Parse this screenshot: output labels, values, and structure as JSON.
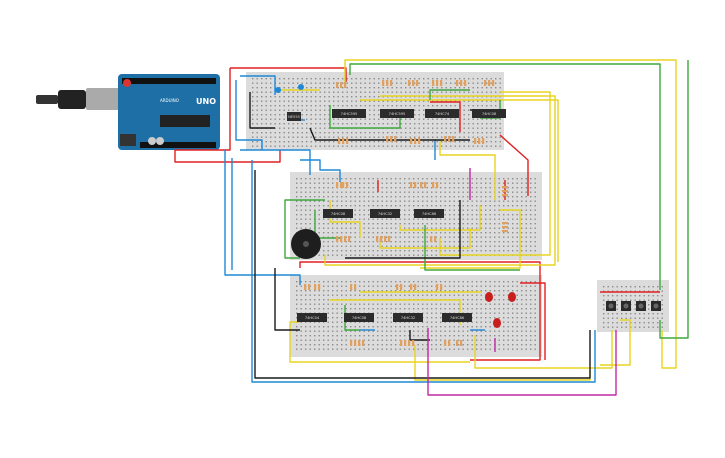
{
  "diagram": {
    "background": "#ffffff",
    "arduino": {
      "board_label": "UNO",
      "brand_label": "ARDUINO",
      "board_color": "#1f6fa7",
      "usb_cable_color": "#333333"
    },
    "breadboards": {
      "color": "#dcdcdc",
      "hole_color": "#8a8a8a"
    },
    "chips": {
      "top_row": [
        "74HC595",
        "74HC595",
        "74HC74",
        "74HC08"
      ],
      "middle_row": [
        "74HC08",
        "74HC32",
        "74HC86"
      ],
      "bottom_row": [
        "74HC04",
        "74HC08",
        "74HC32",
        "74HC86"
      ],
      "small_chip": "NE555",
      "chip_color": "#2b2b2b",
      "label_color": "#dddddd"
    },
    "components": {
      "buzzer_color": "#1e1e1e",
      "led_color": "#c81e1e",
      "resistor_color": "#e0a060",
      "button_color": "#2a2a2a",
      "button_count": 4
    },
    "wire_colors": {
      "red": "#e02020",
      "yellow": "#e8d320",
      "green": "#3ea83e",
      "blue": "#1e88d6",
      "black": "#1a1a1a",
      "magenta": "#c02aa6",
      "gray": "#777777"
    }
  }
}
